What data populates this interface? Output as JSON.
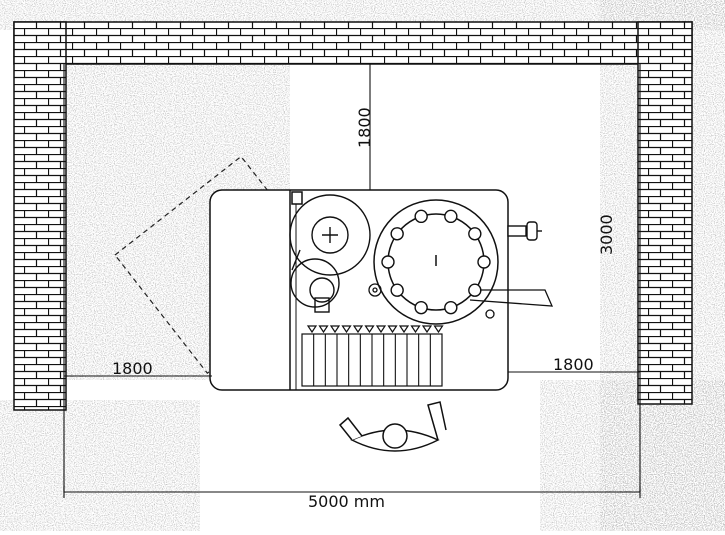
{
  "diagram": {
    "dimensions": {
      "top_clearance": "1800",
      "right_depth": "3000",
      "left_clearance": "1800",
      "right_clearance": "1800",
      "total_width": "5000 mm"
    },
    "colors": {
      "line": "#111111",
      "noise": "#6b6b6b",
      "background": "#ffffff"
    },
    "icons": [
      "brick-wall",
      "machine-body",
      "turntable",
      "operator-figure"
    ]
  }
}
